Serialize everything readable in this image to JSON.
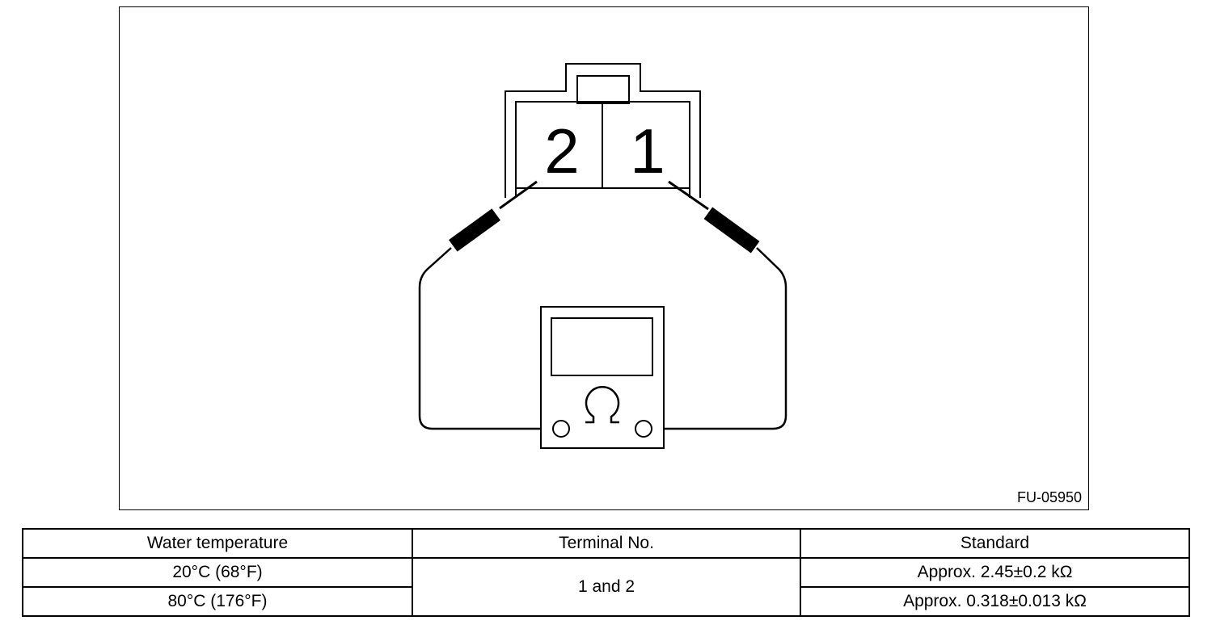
{
  "figure": {
    "code": "FU-05950",
    "connector": {
      "terminals": [
        "2",
        "1"
      ]
    },
    "meter": {
      "symbol": "Ω"
    }
  },
  "table": {
    "headers": [
      "Water temperature",
      "Terminal No.",
      "Standard"
    ],
    "rows": [
      {
        "temperature": "20°C (68°F)",
        "standard": "Approx. 2.45±0.2 kΩ"
      },
      {
        "temperature": "80°C (176°F)",
        "standard": "Approx. 0.318±0.013 kΩ"
      }
    ],
    "terminal_no": "1 and 2"
  }
}
